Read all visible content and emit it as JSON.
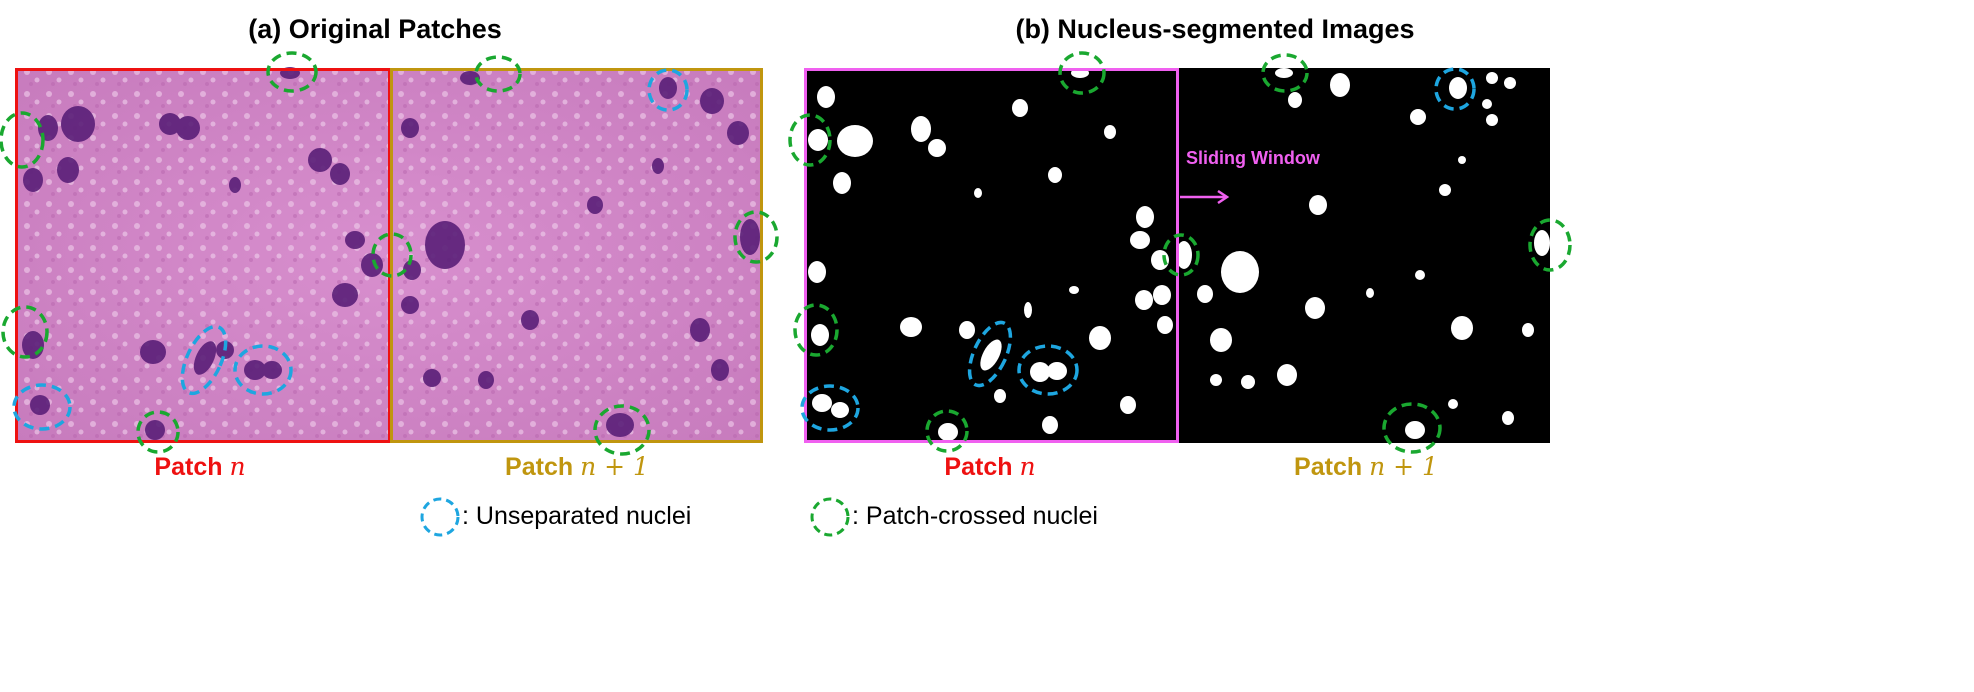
{
  "panel_a": {
    "title": "(a)  Original Patches",
    "patch_left_label": "Patch",
    "patch_left_var": "n",
    "patch_right_label": "Patch",
    "patch_right_var": "n + 1"
  },
  "panel_b": {
    "title": "(b)  Nucleus-segmented Images",
    "sliding_window_label": "Sliding Window",
    "patch_left_label": "Patch",
    "patch_left_var": "n",
    "patch_right_label": "Patch",
    "patch_right_var": "n + 1"
  },
  "legend": {
    "unseparated": ": Unseparated nuclei",
    "patch_crossed": ": Patch-crossed nuclei"
  },
  "colors": {
    "patch_n": "#ee1111",
    "patch_n1": "#c0960f",
    "sliding": "#f060f0",
    "unseparated": "#1ea6e0",
    "patch_crossed": "#1aa830"
  }
}
